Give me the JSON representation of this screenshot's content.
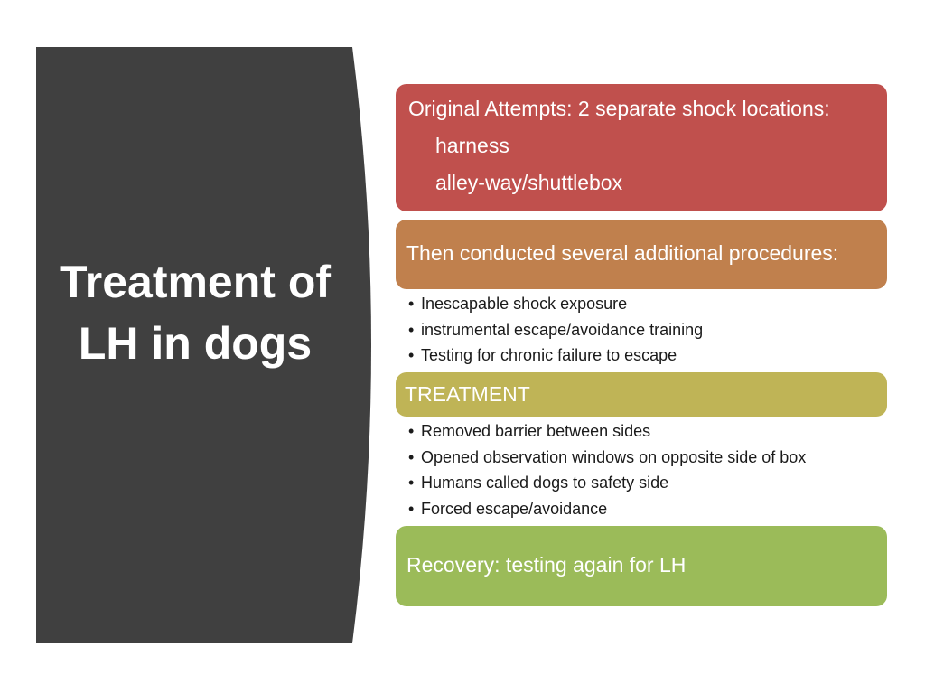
{
  "title": "Treatment of LH in dogs",
  "sections": {
    "original": {
      "heading": "Original Attempts: 2 separate shock locations:",
      "items": [
        "harness",
        "alley-way/shuttlebox"
      ]
    },
    "procedures": {
      "heading": "Then conducted several additional procedures:",
      "items": [
        "Inescapable shock exposure",
        "instrumental escape/avoidance training",
        "Testing for chronic failure to escape"
      ]
    },
    "treatment": {
      "heading": "TREATMENT",
      "items": [
        "Removed barrier between sides",
        "Opened observation windows on opposite side of box",
        "Humans called dogs to safety side",
        "Forced escape/avoidance"
      ]
    },
    "recovery": {
      "heading": "Recovery: testing again for LH"
    }
  },
  "colors": {
    "left_panel": "#404040",
    "original": "#c0504d",
    "procedures": "#c0804d",
    "treatment": "#bfb456",
    "recovery": "#9bbb59"
  }
}
